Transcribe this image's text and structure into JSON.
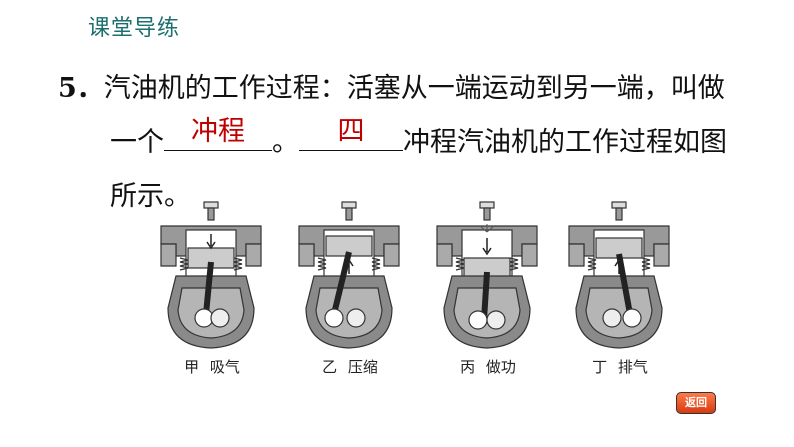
{
  "header": {
    "title": "课堂导练"
  },
  "question": {
    "number": "5．",
    "line1": "汽油机的工作过程：活塞从一端运动到另一端，叫做",
    "line2_prefix": "一个",
    "blank1_answer": "冲程",
    "line2_mid": "。",
    "blank2_answer": "四",
    "line2_suffix": "冲程汽油机的工作过程如图",
    "line3": "所示。"
  },
  "strokes": [
    {
      "caption": "甲 吸气",
      "piston_level": "top",
      "arrow": "down"
    },
    {
      "caption": "乙 压缩",
      "piston_level": "top",
      "arrow": "up"
    },
    {
      "caption": "丙 做功",
      "piston_level": "bottom",
      "arrow": "down"
    },
    {
      "caption": "丁 排气",
      "piston_level": "top",
      "arrow": "up"
    }
  ],
  "back_button": {
    "label": "返回"
  },
  "colors": {
    "header": "#1d6f6f",
    "answer": "#c00000",
    "button": "#e0461a"
  }
}
